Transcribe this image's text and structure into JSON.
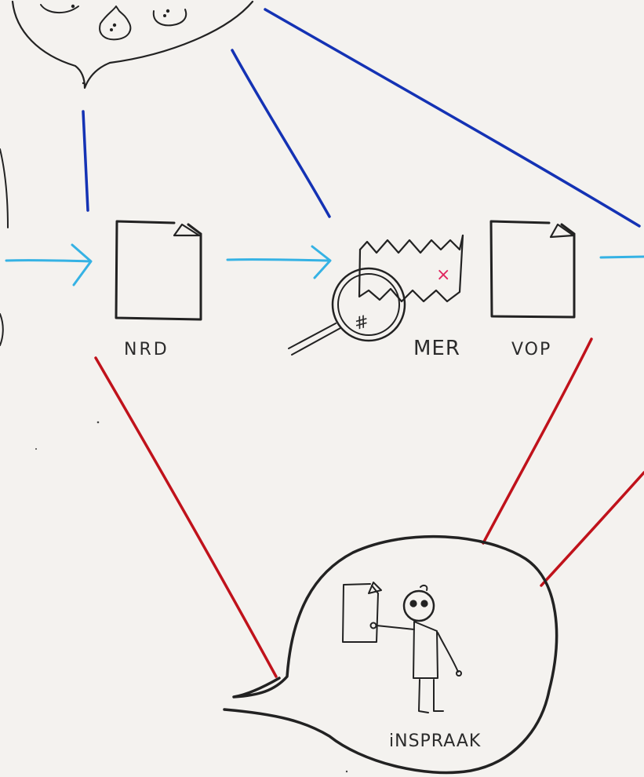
{
  "labels": {
    "nrd": "NRD",
    "mer": "MER",
    "vop": "VOP",
    "inspraak": "iNSPRAAK",
    "hash": "#",
    "cross": "×"
  },
  "colors": {
    "background": "#f4f2ef",
    "ink": "#222222",
    "dark_blue_link": "#1432b4",
    "light_blue_flow": "#35b2e4",
    "red_link": "#c0121b",
    "pink_mark": "#e0245e"
  }
}
